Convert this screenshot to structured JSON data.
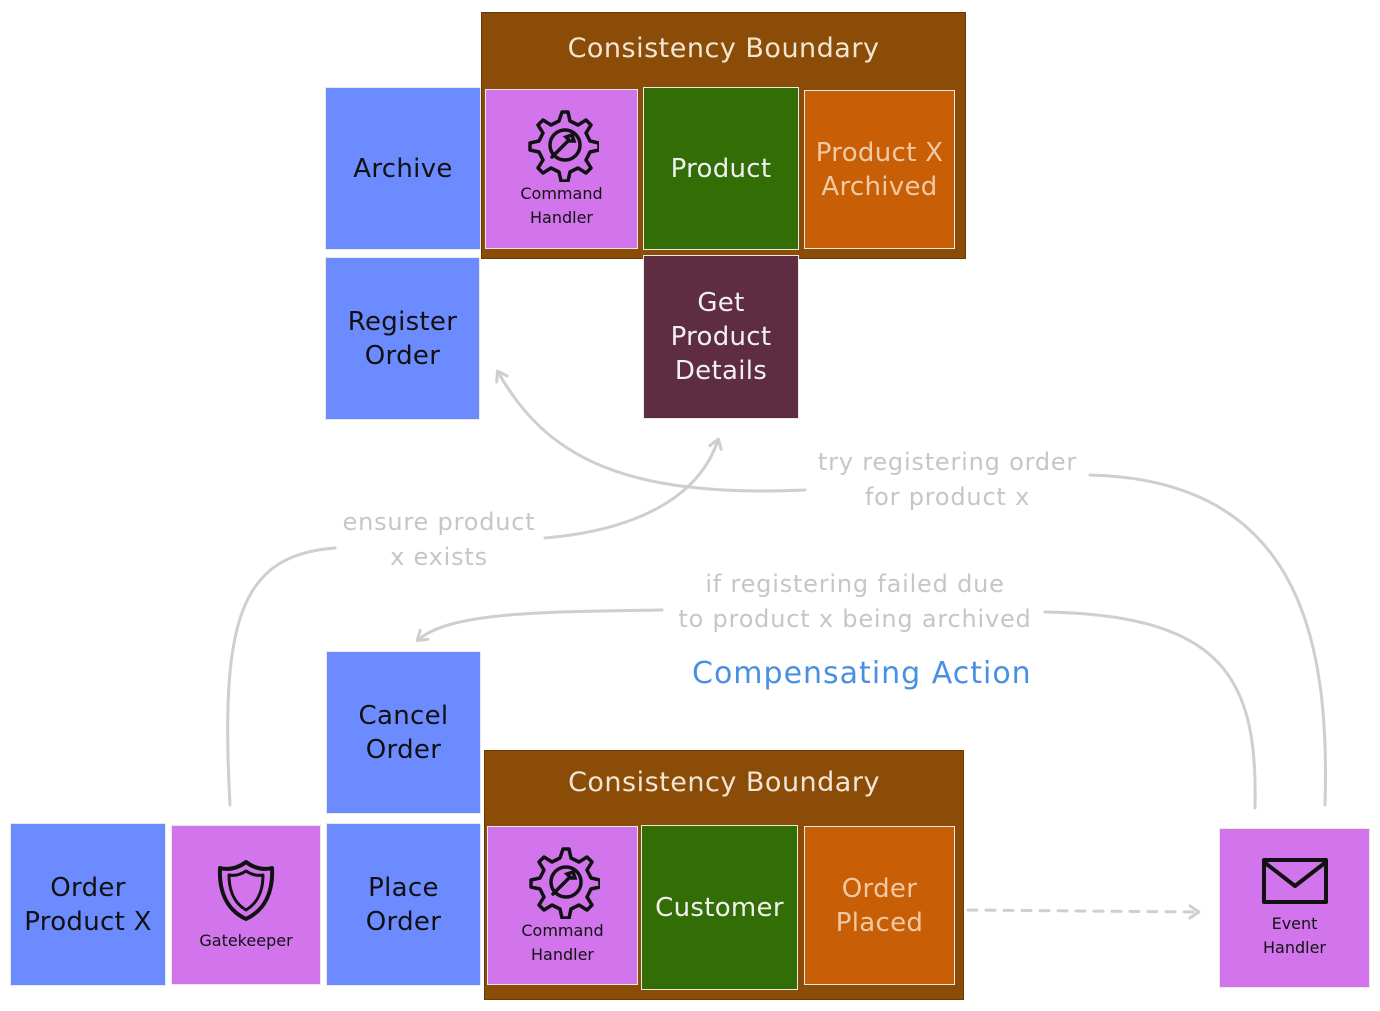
{
  "top": {
    "boundary_title": "Consistency Boundary",
    "command_archive": "Archive",
    "command_register_order": "Register\nOrder",
    "command_handler": "Command\nHandler",
    "aggregate": "Product",
    "event": "Product X\nArchived",
    "read_model": "Get\nProduct\nDetails"
  },
  "bottom": {
    "boundary_title": "Consistency Boundary",
    "command_cancel_order": "Cancel\nOrder",
    "command_place_order": "Place\nOrder",
    "actor": "Order\nProduct X",
    "gatekeeper": "Gatekeeper",
    "command_handler": "Command\nHandler",
    "aggregate": "Customer",
    "event": "Order\nPlaced",
    "event_handler": "Event\nHandler"
  },
  "annotations": {
    "ensure": "ensure product\nx exists",
    "try_register": "try registering order\nfor product x",
    "if_failed": "if registering failed due\nto product x being archived",
    "compensating": "Compensating Action"
  },
  "colors": {
    "boundary": "#8a4c06",
    "command": "#6c8bff",
    "handler": "#d274ec",
    "aggregate": "#336d05",
    "event": "#c85e06",
    "read_model": "#5e2d41",
    "arrow": "#cfcfcf",
    "headline": "#4a90e2"
  },
  "icons": {
    "command_handler": "gear-wrench-icon",
    "gatekeeper": "shield-icon",
    "event_handler": "envelope-icon"
  }
}
